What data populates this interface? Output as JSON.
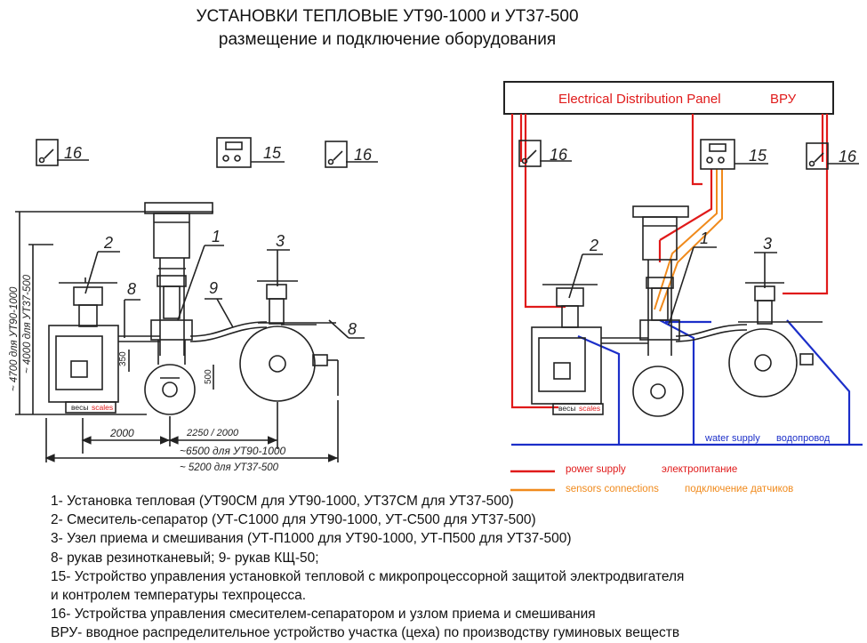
{
  "title": {
    "line1": "УСТАНОВКИ ТЕПЛОВЫЕ УТ90-1000 и УТ37-500",
    "line2": "размещение и подключение оборудования"
  },
  "left_drawing": {
    "callouts": [
      "16",
      "15",
      "16",
      "1",
      "2",
      "3",
      "8",
      "9",
      "8"
    ],
    "dim_height_4700": "~ 4700 для УТ90-1000",
    "dim_height_4000": "~ 4000 для УТ37-500",
    "dim_350": "350",
    "dim_500": "500",
    "dim_2000": "2000",
    "dim_2250": "2250 / 2000",
    "dim_6500": "~6500 для УТ90-1000",
    "dim_5200": "~ 5200 для УТ37-500",
    "scales_ru": "весы",
    "scales_en": "scales"
  },
  "right_drawing": {
    "panel_en": "Electrical Distribution Panel",
    "panel_ru": "ВРУ",
    "callouts": [
      "16",
      "15",
      "16",
      "2",
      "1",
      "3"
    ],
    "scales_ru": "весы",
    "scales_en": "scales",
    "water_en": "water supply",
    "water_ru": "водопровод"
  },
  "legend": {
    "power_en": "power supply",
    "power_ru": "электропитание",
    "sensors_en": "sensors connections",
    "sensors_ru": "подключение датчиков",
    "colors": {
      "power": "#e01a1a",
      "sensors": "#f08a1c",
      "water": "#1c2fc9"
    }
  },
  "items": [
    "1- Установка тепловая (УТ90СМ для УТ90-1000, УТ37СМ для УТ37-500)",
    "2- Смеситель-сепаратор (УТ-С1000 для УТ90-1000, УТ-С500 для УТ37-500)",
    "3- Узел приема и смешивания (УТ-П1000 для УТ90-1000, УТ-П500 для УТ37-500)",
    "8- рукав резинотканевый;  9- рукав КЩ-50;",
    "15- Устройство управления установкой тепловой с микропроцессорной защитой электродвигателя",
    "и контролем температуры техпроцесса.",
    "16- Устройства управления смесителем-сепаратором и узлом приема и смешивания",
    "ВРУ- вводное распределительное устройство участка (цеха) по производству гуминовых веществ"
  ]
}
